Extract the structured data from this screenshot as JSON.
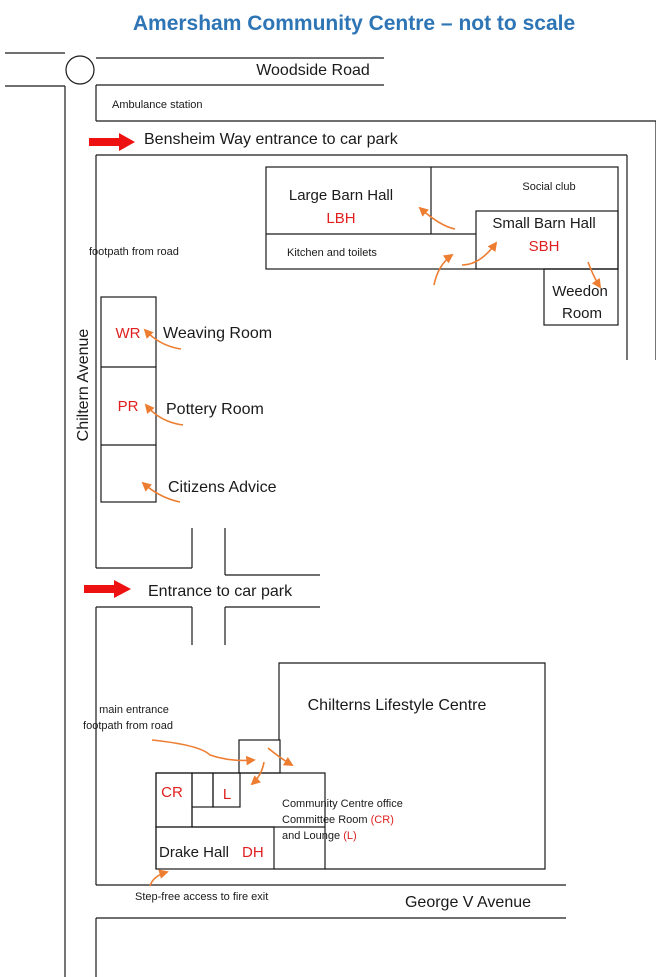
{
  "title": "Amersham Community Centre – not to scale",
  "roads": {
    "woodside": "Woodside Road",
    "chiltern": "Chiltern Avenue",
    "george": "George V Avenue"
  },
  "labels": {
    "ambulance": "Ambulance station",
    "bensheim": "Bensheim Way entrance to car park",
    "footpath_top": "footpath from road",
    "entrance_car_park": "Entrance to car park",
    "main_entrance_1": "main entrance",
    "main_entrance_2": "footpath from road",
    "step_free": "Step-free  access to fire exit",
    "office_1": "Community Centre office",
    "office_2a": "Committee  Room",
    "office_2b": "(CR)",
    "office_3a": "and Lounge",
    "office_3b": "(L)"
  },
  "rooms": {
    "large_barn": {
      "name": "Large Barn Hall",
      "code": "LBH"
    },
    "social_club": {
      "name": "Social club"
    },
    "kitchen": {
      "name": "Kitchen and toilets"
    },
    "small_barn": {
      "name": "Small Barn Hall",
      "code": "SBH"
    },
    "weedon_1": "Weedon",
    "weedon_2": "Room",
    "weaving": {
      "name": "Weaving Room",
      "code": "WR"
    },
    "pottery": {
      "name": "Pottery Room",
      "code": "PR"
    },
    "citizens": {
      "name": "Citizens Advice"
    },
    "lifestyle": {
      "name": "Chilterns Lifestyle Centre"
    },
    "cr": {
      "code": "CR"
    },
    "lounge": {
      "code": "L"
    },
    "drake": {
      "name": "Drake Hall",
      "code": "DH"
    }
  },
  "colors": {
    "title": "#2e75b6",
    "code": "#e02020",
    "arrow": "#ed7d31",
    "entrance_arrow": "#ee1111"
  },
  "icons": [
    "roundabout-icon",
    "red-arrow-icon",
    "orange-arrow-icon"
  ]
}
